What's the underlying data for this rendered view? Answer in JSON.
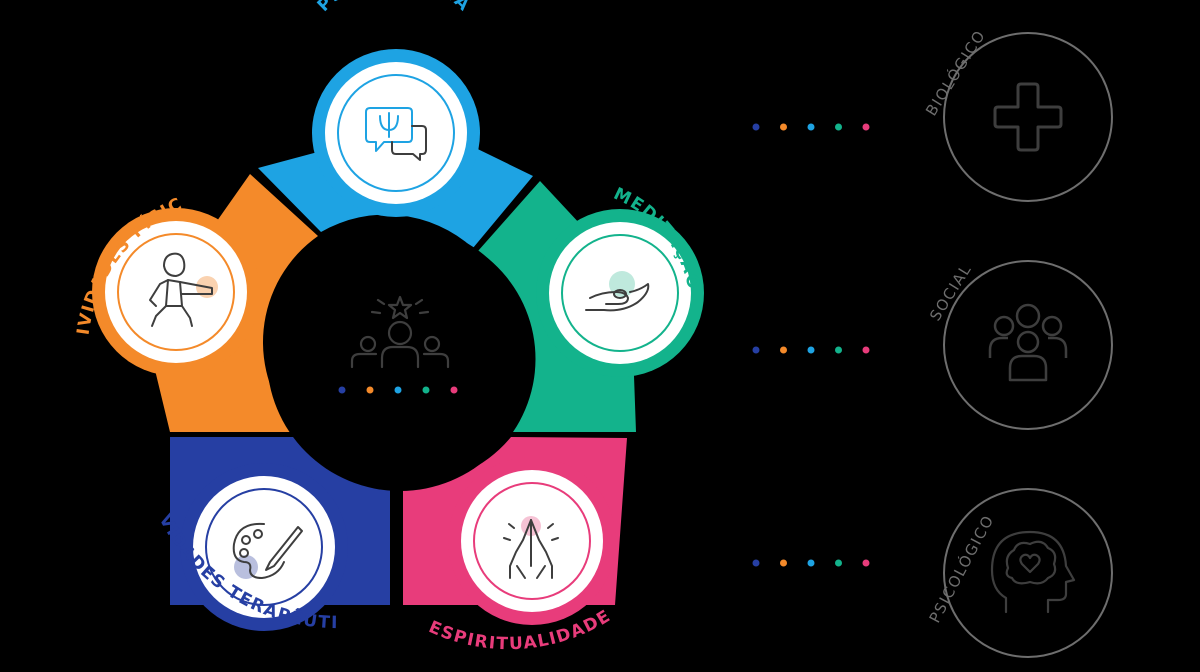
{
  "colors": {
    "background": "#000000",
    "navy": "#263FA3",
    "orange": "#F48A2A",
    "blue": "#1EA3E3",
    "teal": "#13B38C",
    "pink": "#E83C7B",
    "grey": "#6E6E6E",
    "icon_dark": "#3E3E3E"
  },
  "center": {
    "icon": "team-leader-star-icon",
    "dots": [
      "#263FA3",
      "#F48A2A",
      "#1EA3E3",
      "#13B38C",
      "#E83C7B"
    ]
  },
  "segments": [
    {
      "id": "psicoterapia",
      "label": "PSICOTERAPIA",
      "color": "#1EA3E3",
      "icon": "psi-speech-bubble-icon"
    },
    {
      "id": "meditacao",
      "label": "MEDITAÇÃO",
      "color": "#13B38C",
      "icon": "meditation-hand-icon"
    },
    {
      "id": "espiritualidade",
      "label": "ESPIRITUALIDADE",
      "color": "#E83C7B",
      "icon": "praying-hands-icon"
    },
    {
      "id": "atividades-terapeuticas",
      "label": "ATIVIDADES TERAPÊUTICAS",
      "color": "#263FA3",
      "icon": "paint-palette-icon"
    },
    {
      "id": "atividades-fisicas",
      "label": "ATIVIDADES FÍSICAS",
      "color": "#F48A2A",
      "icon": "exercise-person-icon"
    }
  ],
  "dimensions": [
    {
      "label": "BIOLÓGICO",
      "icon": "medical-cross-icon"
    },
    {
      "label": "SOCIAL",
      "icon": "group-people-icon"
    },
    {
      "label": "PSICOLÓGICO",
      "icon": "head-brain-heart-icon"
    }
  ]
}
